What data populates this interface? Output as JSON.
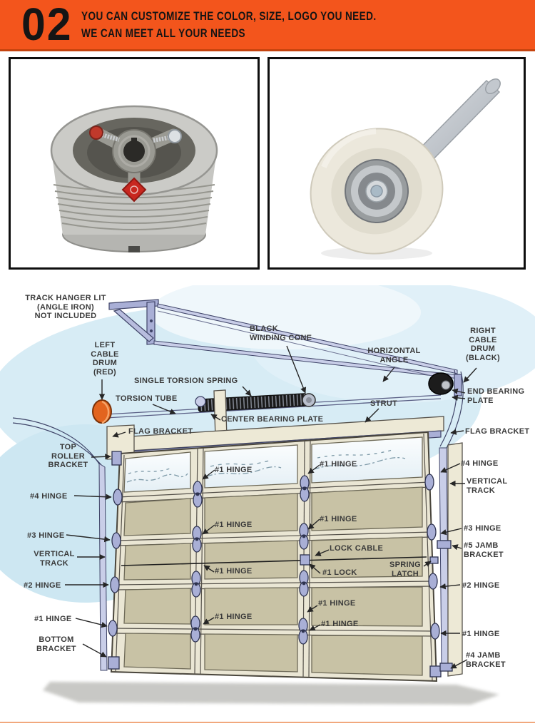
{
  "header": {
    "number": "02",
    "line1": "YOU CAN CUSTOMIZE THE COLOR, SIZE, LOGO YOU NEED.",
    "line2": "WE CAN MEET ALL YOUR NEEDS"
  },
  "images": {
    "left": "cable-drum-photo",
    "right": "roller-photo"
  },
  "diagram": {
    "labels": {
      "track_hanger": "TRACK HANGER LIT\n(ANGLE IRON)\nNOT INCLUDED",
      "left_cable_drum": "LEFT\nCABLE\nDRUM\n(RED)",
      "single_torsion_spring": "SINGLE TORSION SPRING",
      "torsion_tube": "TORSION TUBE",
      "flag_bracket_left": "FLAG BRACKET",
      "top_roller_bracket": "TOP\nROLLER\nBRACKET",
      "hinge4_left": "#4 HINGE",
      "hinge3_left": "#3 HINGE",
      "vertical_track_left": "VERTICAL\nTRACK",
      "hinge2_left": "#2 HINGE",
      "hinge1_left": "#1 HINGE",
      "bottom_bracket": "BOTTOM\nBRACKET",
      "black_winding_cone": "BLACK\nWINDING CONE",
      "horizontal_angle": "HORIZONTAL\nANGLE",
      "right_cable_drum": "RIGHT\nCABLE\nDRUM\n(BLACK)",
      "end_bearing_plate": "END BEARING\nPLATE",
      "strut": "STRUT",
      "center_bearing_plate": "CENTER BEARING PLATE",
      "flag_bracket_right": "FLAG BRACKET",
      "hinge4_right": "#4 HINGE",
      "vertical_track_right": "VERTICAL\nTRACK",
      "hinge3_right": "#3 HINGE",
      "jamb_bracket_5": "#5 JAMB\nBRACKET",
      "hinge2_right": "#2 HINGE",
      "hinge1_right": "#1 HINGE",
      "jamb_bracket_4": "#4 JAMB\nBRACKET",
      "lock_cable": "LOCK CABLE",
      "lock_1": "#1 LOCK",
      "spring_latch": "SPRING\nLATCH",
      "hinge1_c1": "#1 HINGE",
      "hinge1_c2": "#1 HINGE",
      "hinge1_c3": "#1 HINGE",
      "hinge1_c4": "#1 HINGE",
      "hinge1_c5": "#1 HINGE",
      "hinge1_c6": "#1 HINGE",
      "hinge1_c7": "#1 HINGE",
      "hinge1_c8": "#1 HINGE"
    }
  },
  "colors": {
    "accent_orange": "#F3551C",
    "header_border": "#C5430E",
    "bottom_line": "#F1A87D",
    "sky_blue": "#D7ECF5",
    "panel_tan": "#C8C2A5",
    "metal_periwinkle": "#AAB0D6",
    "left_drum_red": "#E2641E",
    "right_drum_black": "#1C1C1C"
  }
}
